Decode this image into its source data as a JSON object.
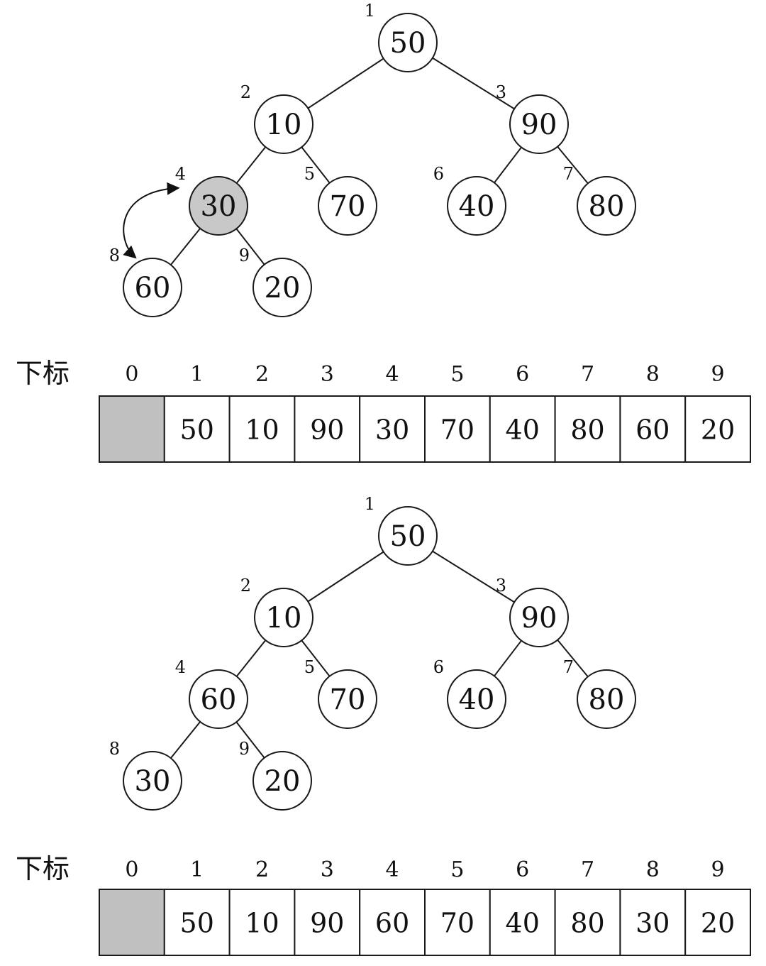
{
  "colors": {
    "highlight": "#c0c0c0",
    "stroke": "#1a1a1a"
  },
  "index_label": "下标",
  "panels": [
    {
      "highlight_node": 4,
      "swap_between": [
        4,
        8
      ],
      "tree": [
        {
          "index": "1",
          "value": "50"
        },
        {
          "index": "2",
          "value": "10"
        },
        {
          "index": "3",
          "value": "90"
        },
        {
          "index": "4",
          "value": "30"
        },
        {
          "index": "5",
          "value": "70"
        },
        {
          "index": "6",
          "value": "40"
        },
        {
          "index": "7",
          "value": "80"
        },
        {
          "index": "8",
          "value": "60"
        },
        {
          "index": "9",
          "value": "20"
        }
      ],
      "array": {
        "indices": [
          "0",
          "1",
          "2",
          "3",
          "4",
          "5",
          "6",
          "7",
          "8",
          "9"
        ],
        "values": [
          "",
          "50",
          "10",
          "90",
          "30",
          "70",
          "40",
          "80",
          "60",
          "20"
        ]
      }
    },
    {
      "highlight_node": null,
      "swap_between": null,
      "tree": [
        {
          "index": "1",
          "value": "50"
        },
        {
          "index": "2",
          "value": "10"
        },
        {
          "index": "3",
          "value": "90"
        },
        {
          "index": "4",
          "value": "60"
        },
        {
          "index": "5",
          "value": "70"
        },
        {
          "index": "6",
          "value": "40"
        },
        {
          "index": "7",
          "value": "80"
        },
        {
          "index": "8",
          "value": "30"
        },
        {
          "index": "9",
          "value": "20"
        }
      ],
      "array": {
        "indices": [
          "0",
          "1",
          "2",
          "3",
          "4",
          "5",
          "6",
          "7",
          "8",
          "9"
        ],
        "values": [
          "",
          "50",
          "10",
          "90",
          "60",
          "70",
          "40",
          "80",
          "30",
          "20"
        ]
      }
    }
  ]
}
